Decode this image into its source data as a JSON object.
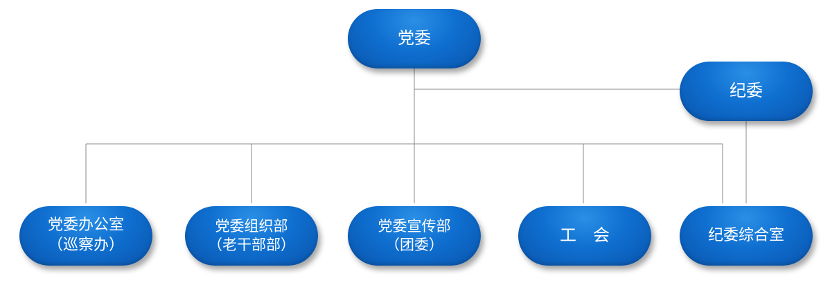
{
  "diagram": {
    "top": {
      "label": "党委"
    },
    "discipline": {
      "label": "纪委"
    },
    "departments": [
      {
        "line1": "党委办公室",
        "line2": "（巡察办）"
      },
      {
        "line1": "党委组织部",
        "line2": "（老干部部）"
      },
      {
        "line1": "党委宣传部",
        "line2": "（团委）"
      },
      {
        "line1": "工　会",
        "line2": ""
      },
      {
        "line1": "纪委综合室",
        "line2": ""
      }
    ],
    "line_color": "#808080",
    "node_color": "#0f6fd0"
  }
}
